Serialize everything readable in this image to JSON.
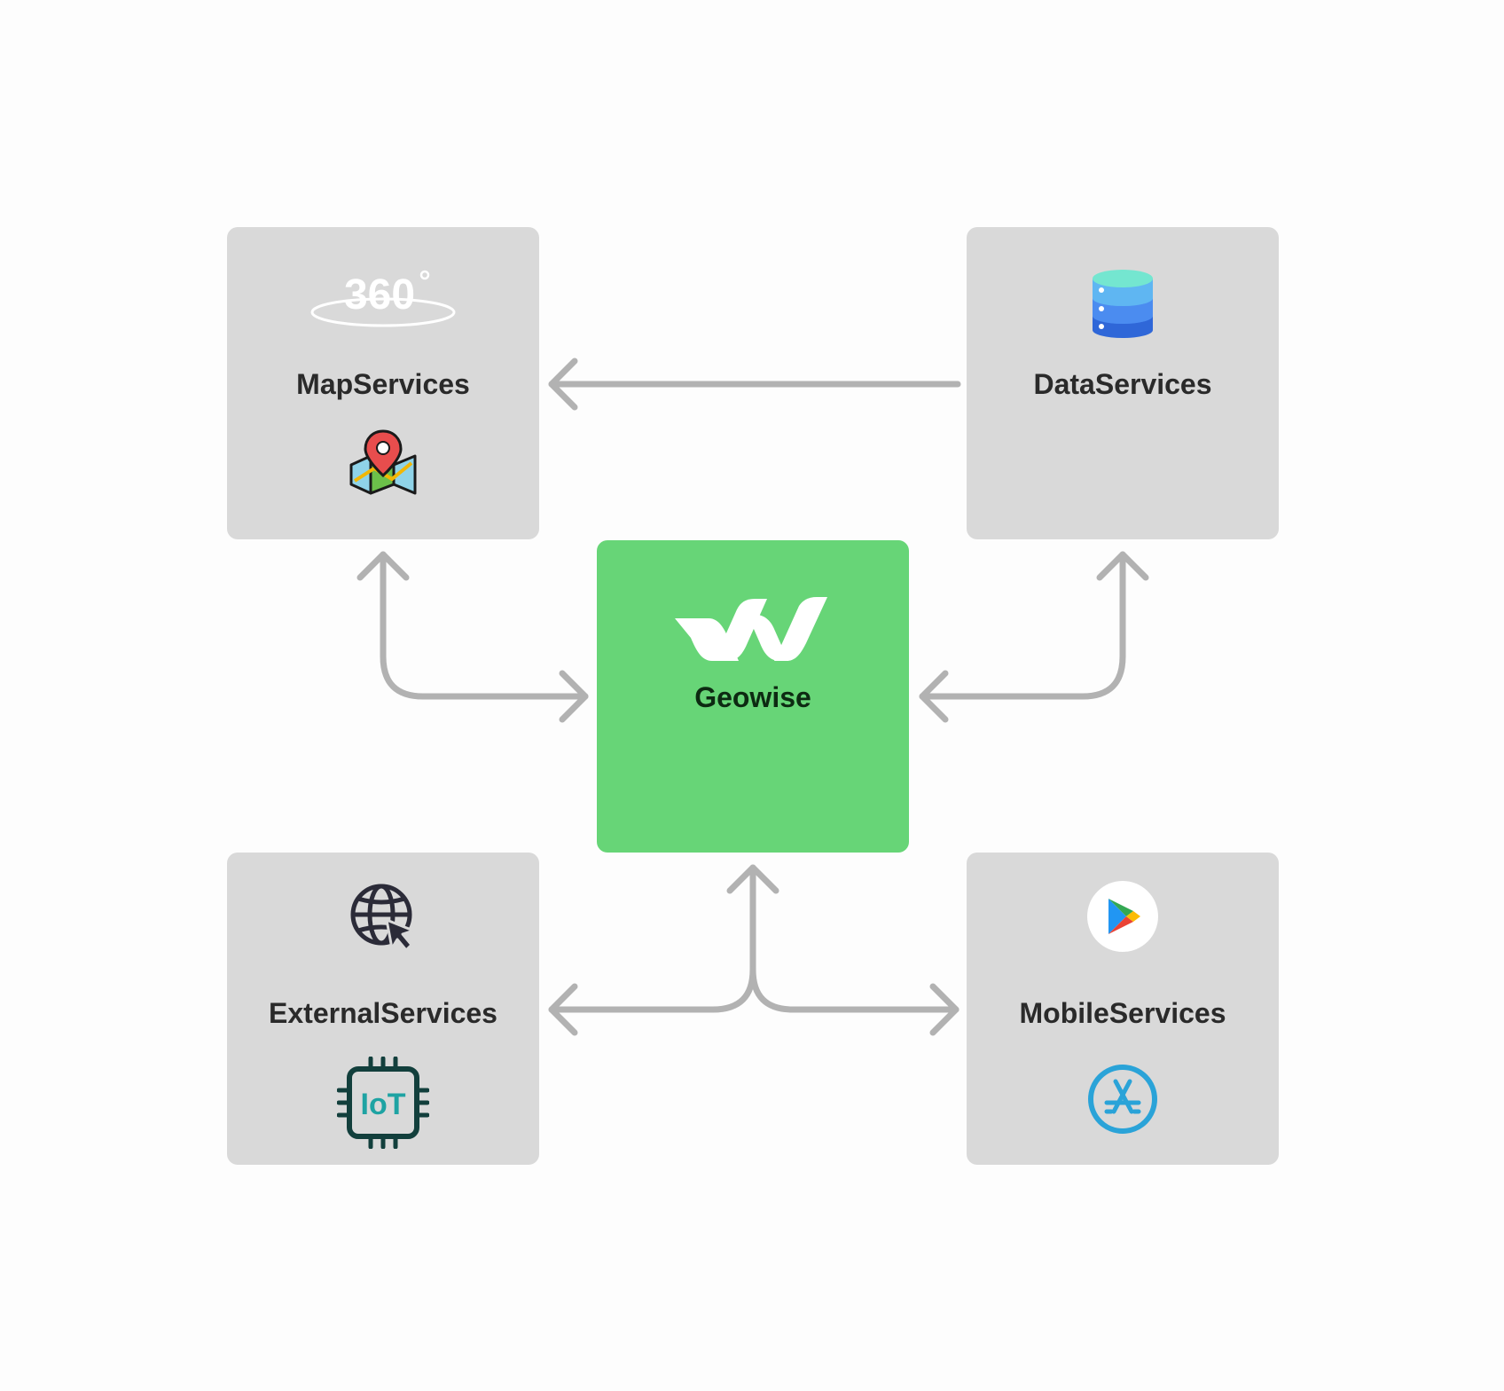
{
  "diagram": {
    "nodes": {
      "map_services": {
        "label": "MapServices",
        "icons": [
          "360-view-icon",
          "map-pin-icon"
        ]
      },
      "data_services": {
        "label": "DataServices",
        "icons": [
          "database-icon"
        ]
      },
      "core": {
        "label": "Geowise",
        "icons": [
          "geowise-logo"
        ]
      },
      "external_services": {
        "label": "ExternalServices",
        "icons": [
          "globe-cursor-icon",
          "iot-chip-icon"
        ]
      },
      "mobile_services": {
        "label": "MobileServices",
        "icons": [
          "google-play-icon",
          "app-store-icon"
        ]
      }
    },
    "icon_text": {
      "view_360": "360",
      "iot": "IoT"
    },
    "edges": [
      {
        "from": "data_services",
        "to": "map_services",
        "direction": "one-way"
      },
      {
        "from": "map_services",
        "to": "core",
        "direction": "two-way"
      },
      {
        "from": "data_services",
        "to": "core",
        "direction": "two-way"
      },
      {
        "from": "core",
        "to": "external_services",
        "direction": "two-way"
      },
      {
        "from": "core",
        "to": "mobile_services",
        "direction": "two-way"
      }
    ],
    "colors": {
      "background": "#fdfdfd",
      "node": "#d9d9d9",
      "core_node": "#67d577",
      "connector": "#b2b2b2",
      "label": "#2a2a2a"
    }
  }
}
